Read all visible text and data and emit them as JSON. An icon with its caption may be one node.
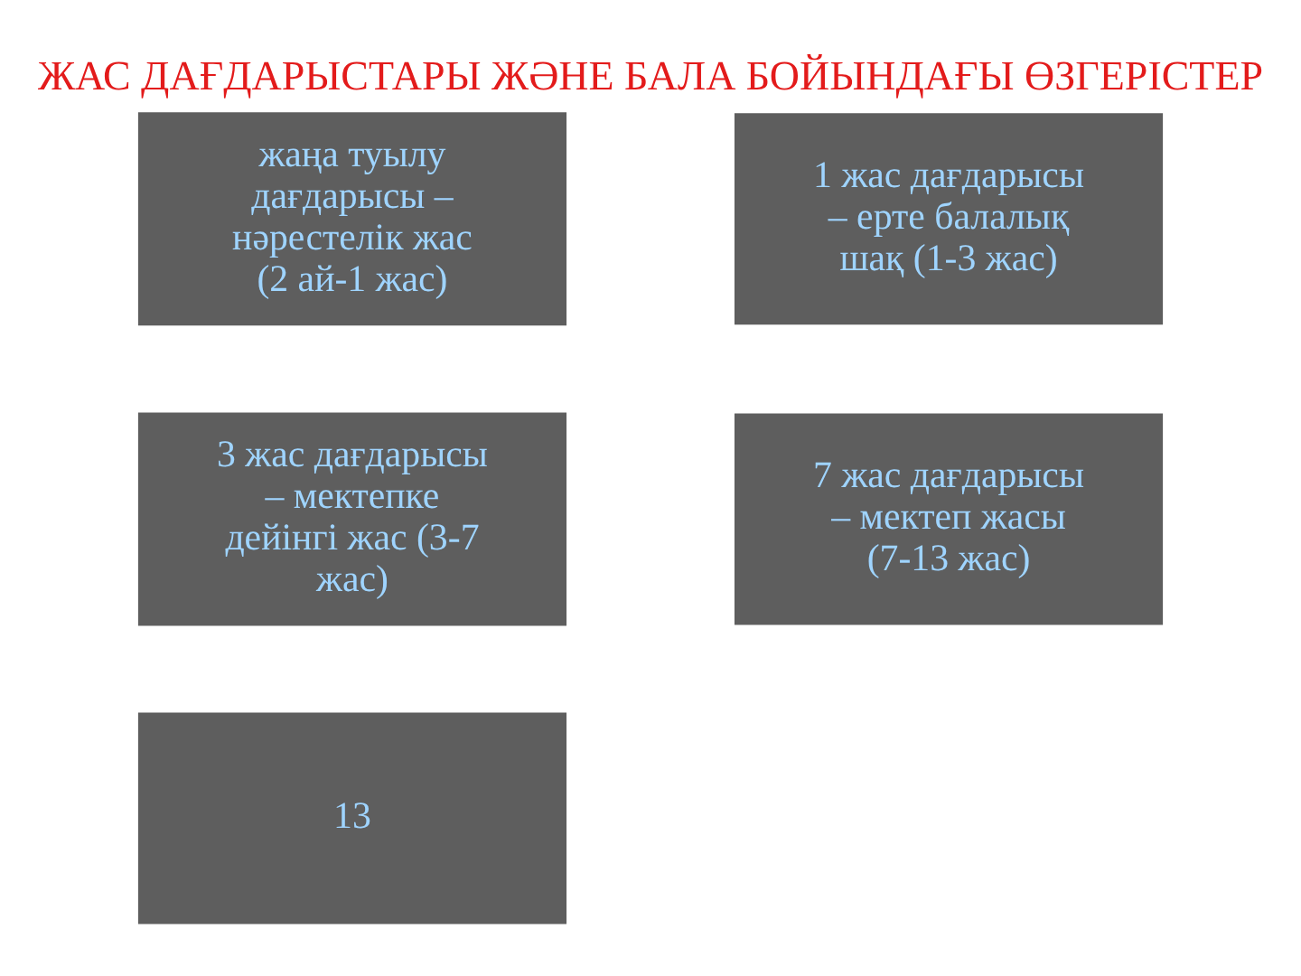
{
  "diagram": {
    "title": "ЖАС ДАҒДАРЫСТАРЫ ЖӘНЕ БАЛА БОЙЫНДАҒЫ ӨЗГЕРІСТЕР",
    "nodes": [
      {
        "text": [
          "жаңа туылу дағдарысы – нәрестелік жас (2 ай-1 жас)"
        ]
      },
      {
        "text": [
          "1 жас дағдарысы – ерте балалық шақ (1-3 жас)"
        ]
      },
      {
        "text": [
          "3 жас дағдарысы – мектепке дейінгі жас (3-7 жас)"
        ]
      },
      {
        "text": [
          "7 жас дағдарысы – мектеп жасы (7-13 жас)"
        ]
      },
      {
        "text": [
          "13"
        ]
      }
    ],
    "edges": []
  }
}
